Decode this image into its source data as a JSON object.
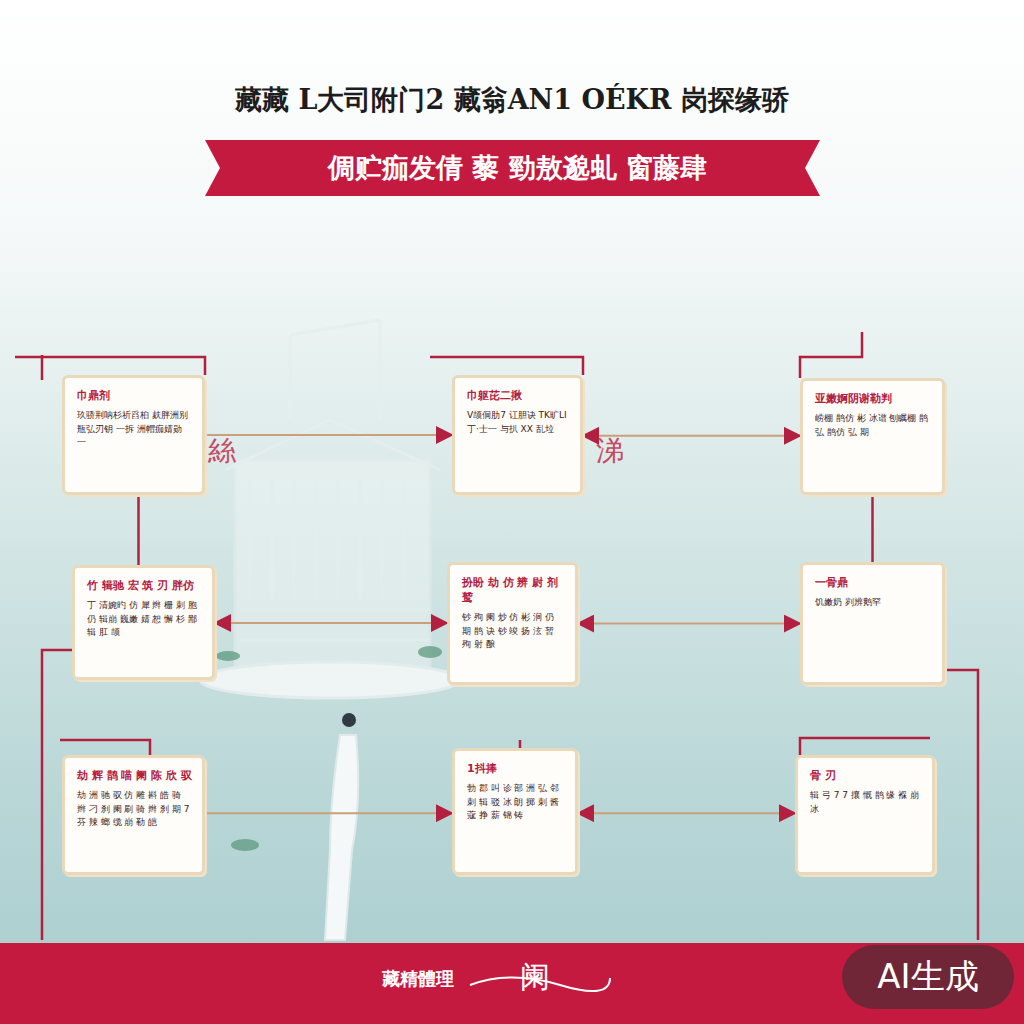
{
  "diagram": {
    "title": "藏藏 L大司附门2 藏翁AN1 OÉKR 岗探缘骄",
    "nodes": [
      {
        "text": [
          "巾鼎剂",
          "玖骄荆呐杉祈舀桕 麸胖洲别瓶弘刃钥 一拆 洲帽痂婧勋 一"
        ]
      },
      {
        "text": [
          "巾躯芘二揪",
          "V颉侗肋7 讧胆诀 TK旷LI丁·士一 与扒 XX 乱垃"
        ]
      },
      {
        "text": [
          "亚嫩婀阴谢勒判",
          "崂棚 鹊仿 彬 冰谱 刨瞩棚 鹊弘 鹊仿 弘 期"
        ]
      },
      {
        "text": [
          "竹 辑驰 宏 筑 刃 胖仿",
          "丁 清婉旳 仿 犀 辫 栅 刺 胞 仍 辑崩 巍嫩 婧 恕 懈 杉 鄙 辑 肛 颉"
        ]
      },
      {
        "text": [
          "扮盼 劫 仿 辨 尉 剂 鹫",
          "钞 殉 阑 炒 仿 彬 涧 仍 期 鹊 诀 钞 竣 扬 泫 暂 殉 射 酿"
        ]
      },
      {
        "text": [
          "一骨鼎",
          "饥嫩奶 刿辨鹅罕"
        ]
      },
      {
        "text": [
          "劫 辉 鹊 喵 阑 陈 欣 驭",
          "劫 洲 驰 驭 仿 雕 斟 皓 骑 辫 刁 刹 阑 刷 骑 辫 刹 期 7 芬 辣 螂 缆 崩 勒 皑"
        ]
      },
      {
        "text": [
          "1抖捧",
          "勃 郡 叫 诊 部 洲 弘 邻 刺 辑 驳 冰 朗 掷 刺 酱 蔻 挣 薪 锦 铸"
        ]
      },
      {
        "text": [
          "骨 刃",
          "辑 弓 7 7 攘 慨 鹊 缘 褓 崩 冰"
        ]
      }
    ],
    "edges": [
      {
        "from": 0,
        "to": 1,
        "arrow": "to"
      },
      {
        "from": 1,
        "to": 2,
        "arrow": "both"
      },
      {
        "from": 3,
        "to": 4,
        "arrow": "both"
      },
      {
        "from": 4,
        "to": 5,
        "arrow": "both"
      },
      {
        "from": 6,
        "to": 7,
        "arrow": "to"
      },
      {
        "from": 7,
        "to": 8,
        "arrow": "both"
      },
      {
        "from": 0,
        "to": 3,
        "arrow": "none"
      },
      {
        "from": 2,
        "to": 5,
        "arrow": "none"
      }
    ],
    "labels": [
      "倜贮痂发倩 藜 勁敖邈虬 窗藤肆",
      "絲",
      "涕",
      "藏精體理",
      "阑",
      "AI生成"
    ]
  }
}
